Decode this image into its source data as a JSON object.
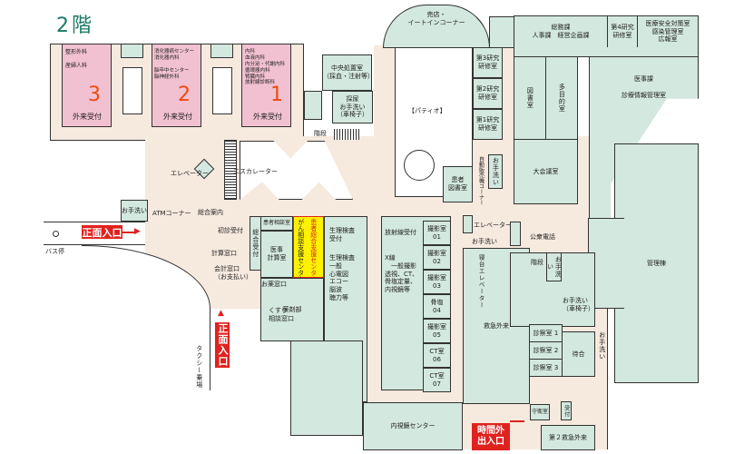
{
  "floor_title": "2階",
  "wings": [
    {
      "number": "3",
      "depts": "整形外科\n\n産婦人科",
      "reception": "外来受付"
    },
    {
      "number": "2",
      "depts": "消化器病センター\n消化器内科\n\n脳卒中センター\n脳神経外科",
      "reception": "外来受付"
    },
    {
      "number": "1",
      "depts": "内科\n血液内科\n内分泌・代謝内科\n循環器内科\n腎臓内科\n放射線診断科",
      "reception": "外来受付"
    }
  ],
  "rooms": {
    "central_treatment": "中央処置室\n（採血・注射等）",
    "urine_toilet": "採尿\nお手洗い\n（車椅子）",
    "stairs": "階段",
    "elevator": "エレベーター",
    "escalator": "エスカレーター",
    "toilet": "お手洗い",
    "atm": "ATMコーナー",
    "info": "総合案内",
    "shop": "売店・\nイートインコーナー",
    "patio": "【パティオ】",
    "patient_library": "患者\n図書室",
    "lab3": "第3研究\n研修室",
    "lab2": "第2研究\n研修室",
    "lab1": "第1研究\n研修室",
    "vending": "自動販売機コーナー",
    "toilet_v": "お手洗い",
    "general_affairs": "総務課\n人事課　経営企画課",
    "lab4": "第4研究\n研修室",
    "safety": "医療安全対策室\n感染管理室\n広報室",
    "library": "図書室",
    "multipurpose": "多目的室",
    "conference": "大会議室",
    "medical_affairs": "医事課\n\n診療情報管理室",
    "admin_building": "管理棟",
    "first_reception": "初診受付",
    "cashier_calc": "計算窓口",
    "cashier_pay": "会計窓口\n（お支払い）",
    "general_reception": "総合受付",
    "consult": "患者相談室",
    "calc_room": "医事\n計算室",
    "support_center": "患者総合支援センター",
    "cancer_center": "がん相談支援センター",
    "physio_reception": "生理検査\n受付",
    "physio_exams": "生理検査\n一般\n心電図\nエコー\n脳波\n聴力等",
    "medicine_window": "お薬窓口",
    "pharmacy": "薬剤部",
    "drug_consult": "くすり\n相談窓口",
    "radiology_reception": "放射線受付",
    "xray": "X線\n　一般撮影\n透視、CT、\n骨塩定量、\n内視鏡等",
    "imaging": [
      "撮影室\n01",
      "撮影室\n02",
      "撮影室\n03",
      "骨塩\n04",
      "撮影室\n05",
      "CT室\n06",
      "CT室\n07"
    ],
    "endoscopy": "内視鏡センター",
    "elevator2": "エレベーター",
    "toilet2": "お手洗い",
    "phone": "公衆電話",
    "bed_elevator": "寝台エレベーター",
    "stairs2": "階段",
    "toilet3": "お手洗い",
    "toilet_wheel": "お手洗い\n（車椅子）",
    "toilet4": "お手洗い",
    "emergency": "救急外来",
    "exam": [
      "診察室 1",
      "診察室 2",
      "診察室 3"
    ],
    "waiting": "待合",
    "guard": "守衛室",
    "reception": "受付",
    "emergency2": "第２救急外来"
  },
  "entrances": {
    "main": "正面入口",
    "after_hours": "時間外\n出入口"
  },
  "outside": {
    "bus": "バス停",
    "taxi": "タクシー乗場"
  },
  "colors": {
    "corridor": "#f6e9de",
    "room": "#d3e8de",
    "outpatient": "#f2c1d1",
    "entrance": "#e0221f",
    "title": "#1a7a66",
    "highlight": "#fff200"
  }
}
